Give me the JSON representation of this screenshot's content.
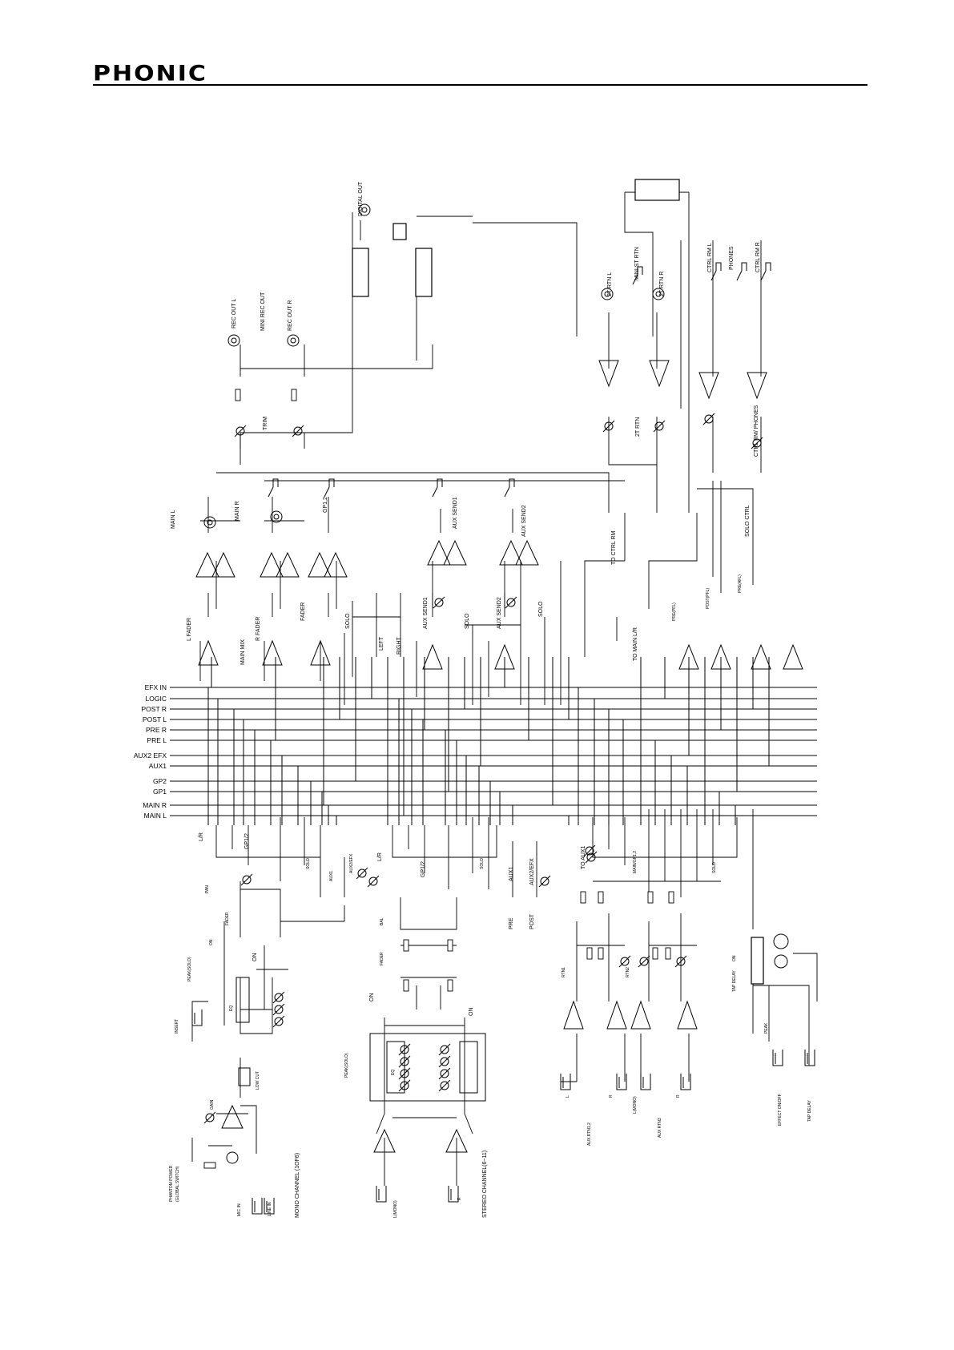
{
  "header": {
    "brand": "PHONIC"
  },
  "bus_labels": [
    "EFX IN",
    "LOGIC",
    "POST R",
    "POST L",
    "PRE R",
    "PRE L",
    "AUX2 EFX",
    "AUX1",
    "GP2",
    "GP1",
    "MAIN R",
    "MAIN L"
  ],
  "top": {
    "digital_out": "DIGITAL OUT",
    "rec_out_l": "REC OUT L",
    "mini_rec_out": "MINI REC OUT",
    "rec_out_r": "REC OUT R",
    "trim": "TRIM",
    "tr_rtn_l": "2T RTN L",
    "mini_st_rtn": "MINI ST RTN",
    "tr_rtn_r": "2T RTN R",
    "tr_rtn": "2T RTN",
    "ctrl_rm_l": "CTRL RM L",
    "phones": "PHONES",
    "ctrl_rm_r": "CTRL RM R",
    "ctrl_rm_phones": "CTRL RM/ PHONES",
    "solo_ctrl": "SOLO CTRL",
    "to_ctrl_rm": "TO CTRL RM",
    "to_main_lr": "TO MAIN L/R",
    "pre_pfl": "PRE(PFL)",
    "post_pfl": "POST(PFL)",
    "pre_afl": "PRE(AFL)"
  },
  "outputs": {
    "main_l": "MAIN L",
    "main_r": "MAIN R",
    "gp12": "GP1,2",
    "aux_send1": "AUX SEND1",
    "aux_send2": "AUX SEND2",
    "l_fader": "L FADER",
    "r_fader": "R FADER",
    "fader": "FADER",
    "main_mix": "MAIN MIX",
    "solo": "SOLO",
    "left": "LEFT",
    "right": "RIGHT"
  },
  "mono": {
    "title": "MONO CHANNEL (1OF6)",
    "lr": "L/R",
    "gp12": "GP1/2",
    "solo": "SOLO",
    "pan": "PAN",
    "aux1": "AUX1",
    "aux2efx": "AUX2/EFX",
    "fader": "FADER",
    "on": "ON",
    "on2": "ON",
    "peak_solo": "PEAK(SOLO)",
    "eq": "EQ",
    "insert": "INSERT",
    "low_cut": "LOW CUT",
    "gain": "GAIN",
    "phantom": "PHANTOM POWER",
    "global": "(GLOBAL SWITCH)",
    "mic_in": "MIC IN",
    "line_in": "LINE IN"
  },
  "stereo": {
    "title": "STEREO CHANNEL(6~11)",
    "lr": "L/R",
    "gp12": "GP1/2",
    "solo": "SOLO",
    "bal": "BAL",
    "fader": "FADER",
    "aux1": "AUX1",
    "aux2efx": "AUX2/EFX",
    "pre": "PRE",
    "post": "POST",
    "on": "ON",
    "on2": "ON",
    "peak_solo": "PEAK(SOLO)",
    "eq": "EQ",
    "l_mono": "L(MONO)",
    "r": "R"
  },
  "returns": {
    "to_aux1": "TO AUX1",
    "main_gp12": "MAIN/GP1,2",
    "solo": "SOLO",
    "rtn1": "RTN1",
    "rtn2": "RTN2",
    "l": "L",
    "r": "R",
    "aux_rtn12": "AUX RTN1,2",
    "l_mono": "L(MONO)",
    "aux_rtn3": "AUX RTN3",
    "r2": "R",
    "peak": "PEAK",
    "effect_onoff": "EFFECT ON/OFF",
    "tap_delay": "TAP DELAY",
    "on": "ON",
    "tap_delay_sm": "TAP DELAY"
  }
}
